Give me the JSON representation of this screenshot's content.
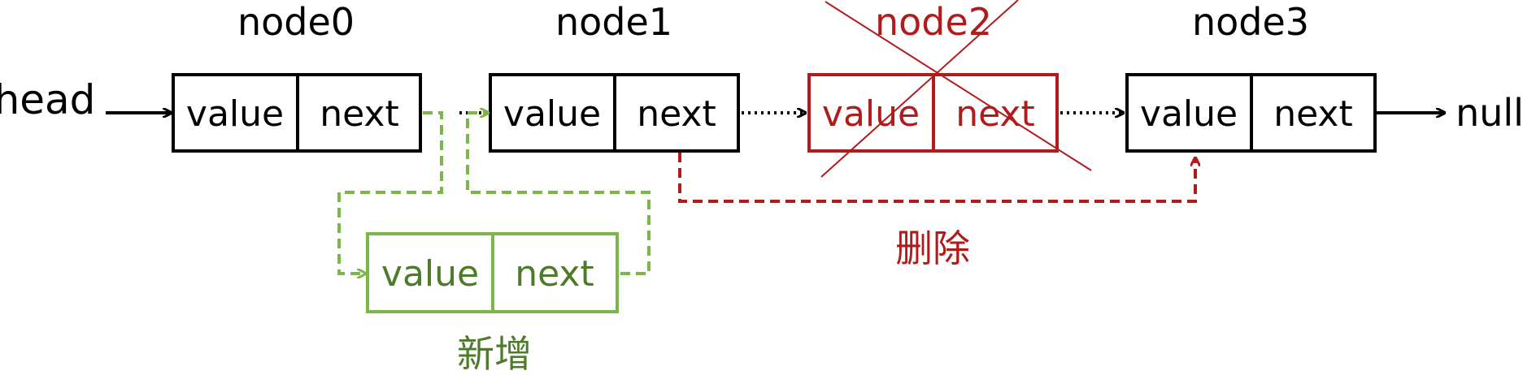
{
  "labels": {
    "head": "head",
    "null": "null",
    "insert": "新增",
    "delete": "删除"
  },
  "nodes": [
    {
      "id": "node0",
      "title": "node0",
      "value": "value",
      "next": "next",
      "state": "normal"
    },
    {
      "id": "node1",
      "title": "node1",
      "value": "value",
      "next": "next",
      "state": "normal"
    },
    {
      "id": "node2",
      "title": "node2",
      "value": "value",
      "next": "next",
      "state": "deleted"
    },
    {
      "id": "node3",
      "title": "node3",
      "value": "value",
      "next": "next",
      "state": "normal"
    }
  ],
  "new_node": {
    "value": "value",
    "next": "next",
    "state": "inserted"
  },
  "colors": {
    "normal": "#000000",
    "deleted": "#b01c1c",
    "insert_box": "#7ab648",
    "insert_text": "#4e7b2a"
  }
}
